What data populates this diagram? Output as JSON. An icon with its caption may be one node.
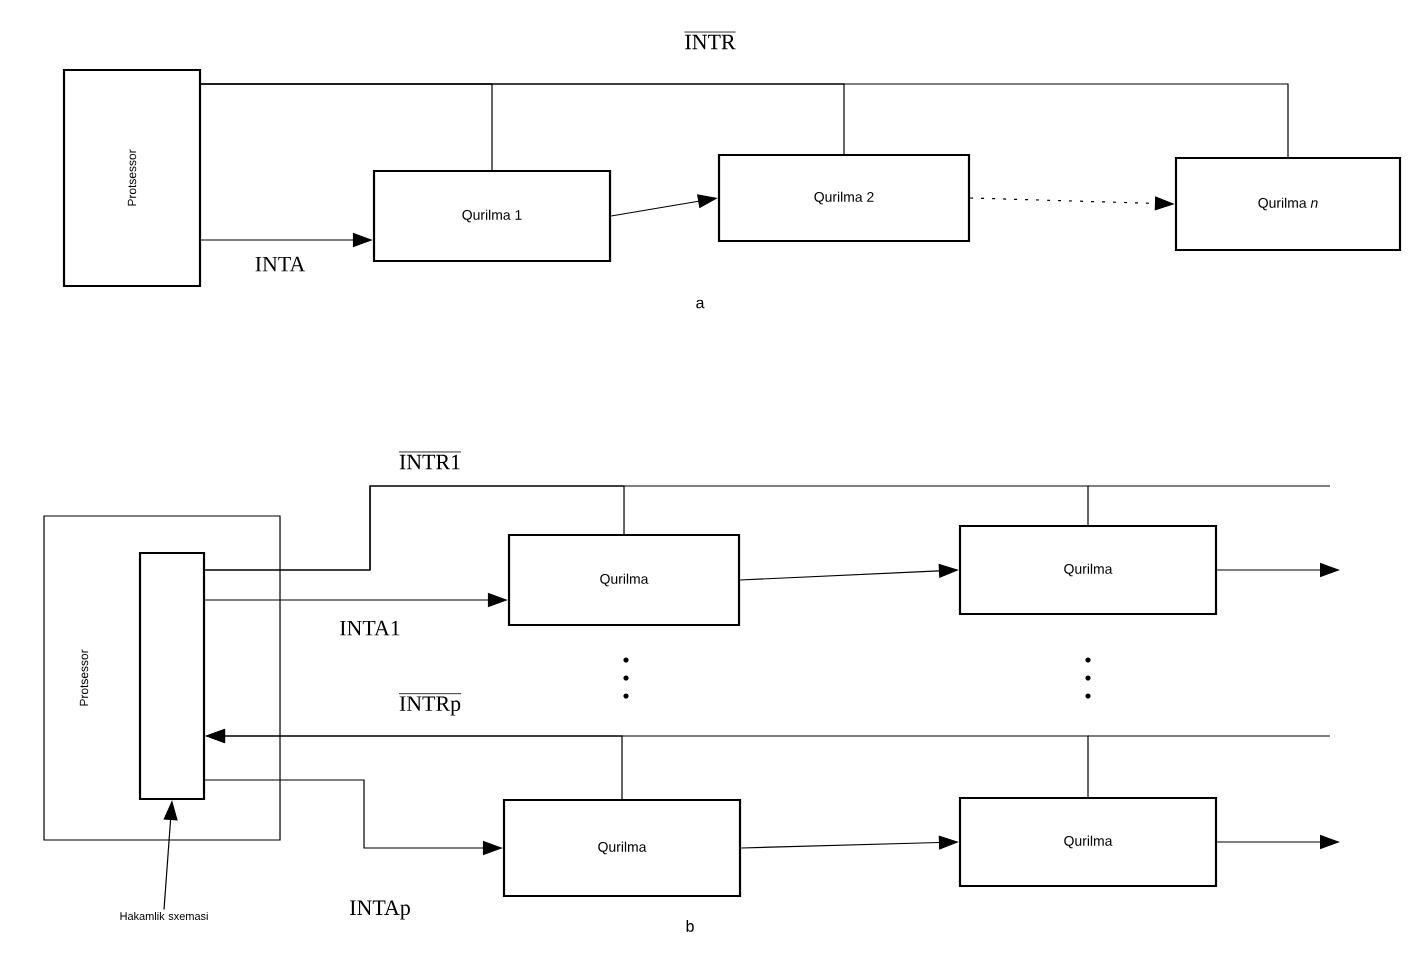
{
  "diagram": {
    "nodes": [
      {
        "text": [
          "Protsessor"
        ]
      },
      {
        "text": [
          "Qurilma 1"
        ]
      },
      {
        "text": [
          "Qurilma 2"
        ]
      },
      {
        "text": [
          "Qurilma *n*"
        ]
      },
      {
        "text": [
          "Protsessor"
        ]
      },
      {
        "text": [],
        "shape": "box",
        "in": 4
      },
      {
        "text": [
          "Qurilma"
        ]
      },
      {
        "text": [
          "Qurilma"
        ]
      },
      {
        "text": [
          "Qurilma"
        ]
      },
      {
        "text": [
          "Qurilma"
        ]
      },
      {
        "text": [
          "Hakamlik sxemasi"
        ]
      }
    ],
    "edges": [
      {
        "from": 1,
        "to": 0,
        "arrow": "none"
      },
      {
        "from": 2,
        "to": 0,
        "arrow": "none",
        "label": "INTR"
      },
      {
        "from": 3,
        "to": 0,
        "arrow": "none"
      },
      {
        "from": 0,
        "to": 1,
        "arrow": "to",
        "label": "INTA"
      },
      {
        "from": 1,
        "to": 2,
        "arrow": "to"
      },
      {
        "from": 2,
        "to": 3,
        "arrow": "to",
        "style": "dashed"
      },
      {
        "from": 6,
        "to": 5,
        "arrow": "none",
        "label": "INTR1"
      },
      {
        "from": 7,
        "to": 5,
        "arrow": "none"
      },
      {
        "from": 5,
        "to": 6,
        "arrow": "to",
        "label": "INTA1"
      },
      {
        "from": 6,
        "to": 7,
        "arrow": "to"
      },
      {
        "from": 7,
        "to": null,
        "arrow": "to"
      },
      {
        "from": 8,
        "to": 5,
        "arrow": "to",
        "label": "INTRp"
      },
      {
        "from": 9,
        "to": 5,
        "arrow": "to"
      },
      {
        "from": 5,
        "to": 8,
        "arrow": "to",
        "label": "INTAp"
      },
      {
        "from": 8,
        "to": 9,
        "arrow": "to"
      },
      {
        "from": 9,
        "to": null,
        "arrow": "to"
      },
      {
        "from": 10,
        "to": 5,
        "arrow": "to"
      }
    ],
    "labels": [
      "a",
      "b"
    ]
  }
}
